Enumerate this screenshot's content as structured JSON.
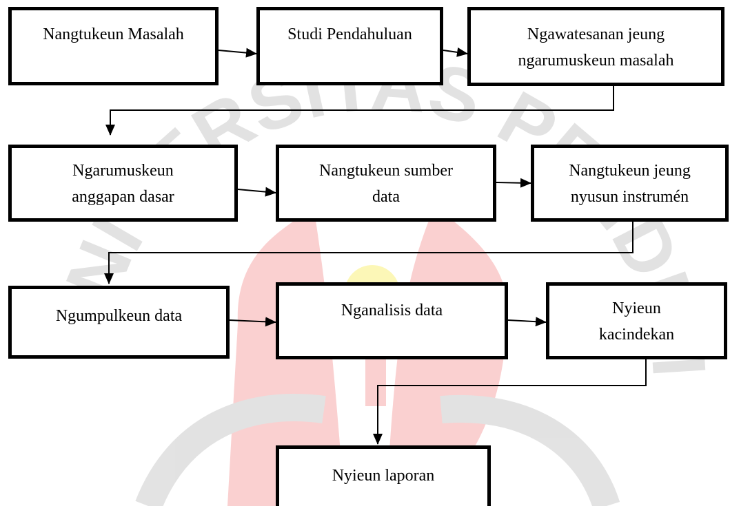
{
  "watermark": {
    "ring_text": "UNIVERSITAS PENDIDIKAN INDONESIA",
    "colors": {
      "red": "#f0585a",
      "gray": "#9a9a9a",
      "yellow": "#f5e600"
    }
  },
  "flowchart": {
    "steps": [
      {
        "id": "s1",
        "label": "Nangtukeun Masalah"
      },
      {
        "id": "s2",
        "label": "Studi Pendahuluan"
      },
      {
        "id": "s3",
        "label": "Ngawatesanan jeung ngarumuskeun masalah"
      },
      {
        "id": "s4",
        "label": "Ngarumuskeun anggapan dasar"
      },
      {
        "id": "s5",
        "label": "Nangtukeun sumber data"
      },
      {
        "id": "s6",
        "label": "Nangtukeun jeung nyusun instrumén"
      },
      {
        "id": "s7",
        "label": "Ngumpulkeun data"
      },
      {
        "id": "s8",
        "label": "Nganalisis data"
      },
      {
        "id": "s9",
        "label": "Nyieun kacindekan"
      },
      {
        "id": "s10",
        "label": "Nyieun laporan"
      }
    ]
  }
}
